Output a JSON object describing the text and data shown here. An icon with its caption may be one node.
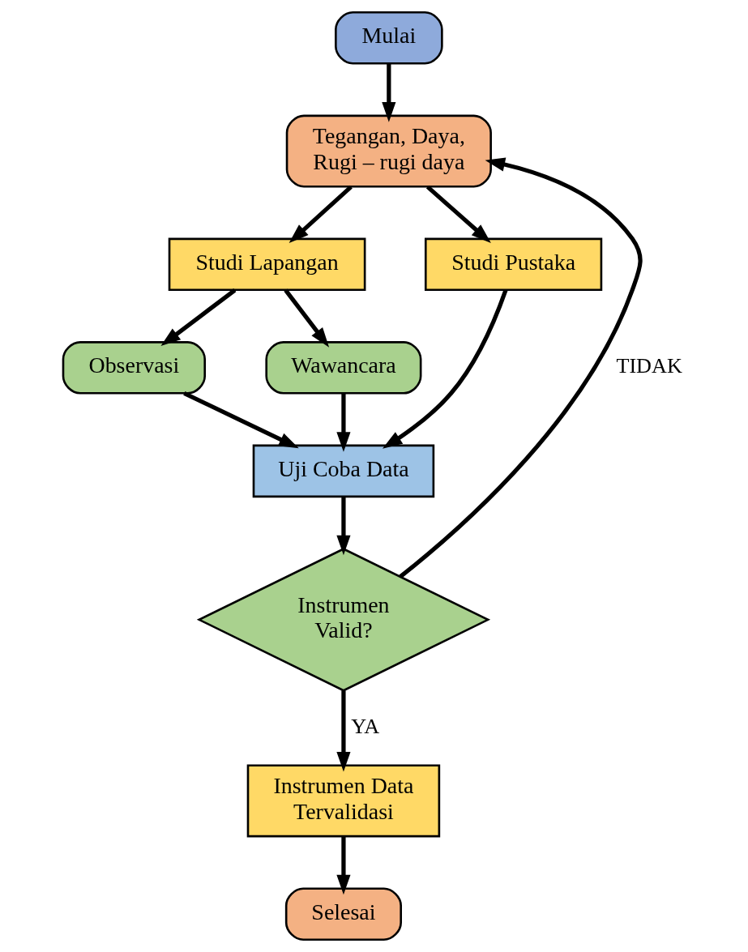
{
  "diagram": {
    "nodes": [
      {
        "text": [
          "Mulai"
        ]
      },
      {
        "text": [
          "Tegangan, Daya, Rugi – rugi daya"
        ]
      },
      {
        "text": [
          "Studi Lapangan"
        ]
      },
      {
        "text": [
          "Studi Pustaka"
        ]
      },
      {
        "text": [
          "Observasi"
        ]
      },
      {
        "text": [
          "Wawancara"
        ]
      },
      {
        "text": [
          "Uji Coba Data"
        ]
      },
      {
        "text": [
          "Instrumen Valid?"
        ]
      },
      {
        "text": [
          "Instrumen Data Tervalidasi"
        ]
      },
      {
        "text": [
          "Selesai"
        ]
      }
    ],
    "edges": [
      {
        "from": 0,
        "to": 1,
        "arrow": "to"
      },
      {
        "from": 1,
        "to": 2,
        "arrow": "to"
      },
      {
        "from": 1,
        "to": 3,
        "arrow": "to"
      },
      {
        "from": 2,
        "to": 4,
        "arrow": "to"
      },
      {
        "from": 2,
        "to": 5,
        "arrow": "to"
      },
      {
        "from": 4,
        "to": 6,
        "arrow": "to"
      },
      {
        "from": 5,
        "to": 6,
        "arrow": "to"
      },
      {
        "from": 3,
        "to": 6,
        "arrow": "to"
      },
      {
        "from": 6,
        "to": 7,
        "arrow": "to"
      },
      {
        "from": 7,
        "to": 1,
        "arrow": "to",
        "label": "TIDAK"
      },
      {
        "from": 7,
        "to": 8,
        "arrow": "to",
        "label": "YA"
      },
      {
        "from": 8,
        "to": 9,
        "arrow": "to"
      }
    ]
  }
}
